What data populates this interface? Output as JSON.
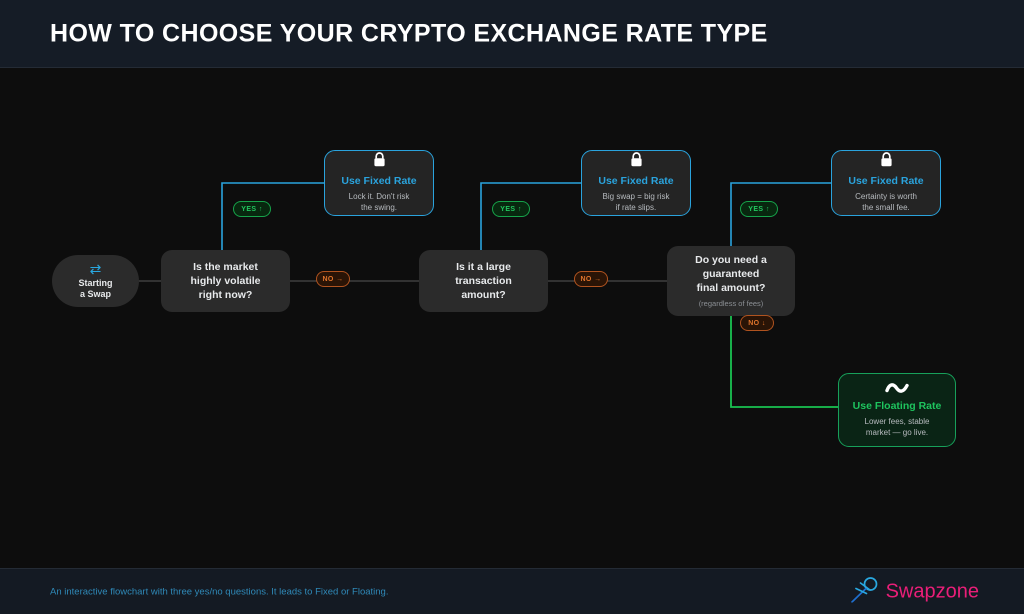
{
  "header": {
    "title": "HOW TO CHOOSE YOUR CRYPTO EXCHANGE RATE TYPE"
  },
  "colors": {
    "page_bg": "#0d0d0d",
    "header_bg": "#151c26",
    "node_bg": "#2b2b2b",
    "fixed_accent": "#2aa3dd",
    "floating_accent": "#1ec45e",
    "yes_accent": "#22c55e",
    "no_accent": "#e0742c",
    "brand_pink": "#e91e78",
    "footer_text": "#2f89b8"
  },
  "flow": {
    "start": {
      "icon": "swap-arrows-icon",
      "icon_glyph": "⇄",
      "label_line1": "Starting",
      "label_line2": "a Swap"
    },
    "questions": [
      {
        "id": "q1",
        "line1": "Is the market",
        "line2": "highly volatile",
        "line3": "right now?",
        "sub": ""
      },
      {
        "id": "q2",
        "line1": "Is it a large",
        "line2": "transaction",
        "line3": "amount?",
        "sub": ""
      },
      {
        "id": "q3",
        "line1": "Do you need a",
        "line2": "guaranteed",
        "line3": "final amount?",
        "sub": "(regardless of fees)"
      }
    ],
    "outcomes": [
      {
        "id": "c1",
        "icon": "lock-icon",
        "icon_glyph": "🔒",
        "title": "Use Fixed Rate",
        "sub_line1": "Lock it. Don't risk",
        "sub_line2": "the swing."
      },
      {
        "id": "c2",
        "icon": "lock-icon",
        "icon_glyph": "🔒",
        "title": "Use Fixed Rate",
        "sub_line1": "Big swap = big risk",
        "sub_line2": "if rate slips."
      },
      {
        "id": "c3",
        "icon": "lock-icon",
        "icon_glyph": "🔒",
        "title": "Use Fixed Rate",
        "sub_line1": "Certainty is worth",
        "sub_line2": "the small fee."
      },
      {
        "id": "c4",
        "icon": "tilde-icon",
        "icon_glyph": "〜",
        "title": "Use Floating Rate",
        "sub_line1": "Lower fees, stable",
        "sub_line2": "market — go live."
      }
    ],
    "badges": {
      "yes1": "YES ↑",
      "yes2": "YES ↑",
      "yes3": "YES ↑",
      "no1": "NO →",
      "no2": "NO →",
      "no3": "NO ↓"
    }
  },
  "footer": {
    "note": "An interactive flowchart with three yes/no questions. It leads to Fixed or Floating.",
    "brand_name": "Swapzone",
    "brand_mark": "swapzone-bird-logo-icon"
  }
}
